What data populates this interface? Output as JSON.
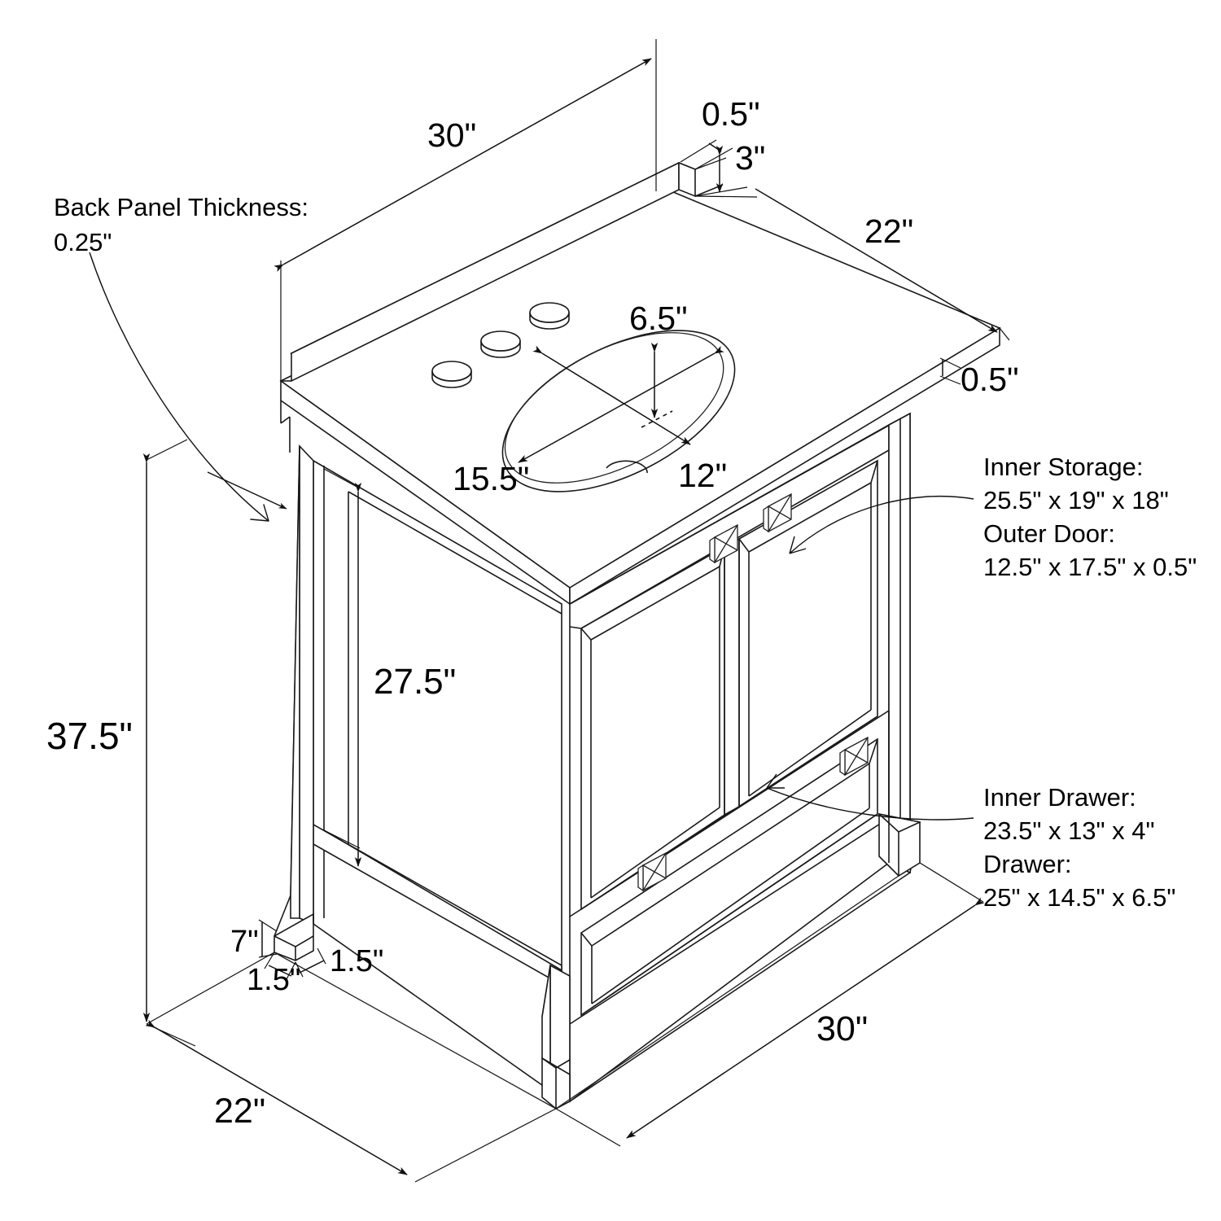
{
  "drawing": {
    "title": "Bathroom Vanity Isometric Dimension Drawing",
    "units": "inches",
    "line_color": "#1a1a1a",
    "text_color": "#000000",
    "background": "#ffffff"
  },
  "dimensions": {
    "top_width": "30\"",
    "backsplash_thickness": "0.5\"",
    "backsplash_height": "3\"",
    "top_depth": "22\"",
    "top_thickness": "0.5\"",
    "sink_minor": "6.5\"",
    "sink_major": "15.5\"",
    "sink_width": "12\"",
    "cabinet_height": "27.5\"",
    "overall_height": "37.5\"",
    "foot_height": "7\"",
    "foot_width_left": "1.5\"",
    "foot_width_right": "1.5\"",
    "base_width": "30\"",
    "base_depth": "22\""
  },
  "notes": {
    "back_panel": {
      "line1": "Back Panel Thickness:",
      "line2": "0.25\""
    },
    "storage": {
      "line1": "Inner Storage:",
      "line2": "25.5\" x 19\" x 18\"",
      "line3": "Outer Door:",
      "line4": "12.5\" x 17.5\" x 0.5\""
    },
    "drawer": {
      "line1": "Inner Drawer:",
      "line2": "23.5\" x 13\" x 4\"",
      "line3": "Drawer:",
      "line4": "25\" x 14.5\" x 6.5\""
    }
  },
  "parts": {
    "countertop": "countertop",
    "backsplash": "backsplash",
    "sink_basin": "oval-sink-basin",
    "faucet_holes": 3,
    "overflow_hole": "overflow-hole",
    "left_door": "left-cabinet-door",
    "right_door": "right-cabinet-door",
    "drawer_front": "drawer-front",
    "knobs": 4,
    "legs": 4,
    "side_panel": "left-side-panel",
    "toe_rail": "bottom-rail"
  }
}
